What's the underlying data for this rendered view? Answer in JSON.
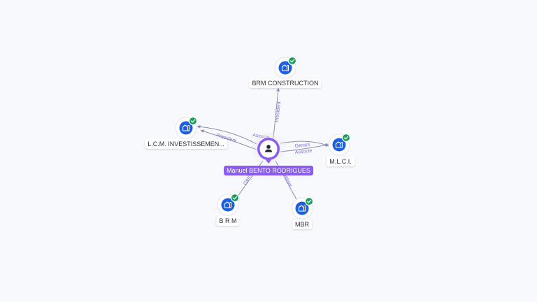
{
  "person": {
    "name": "Manuel BENTO RODRIGUES",
    "icon": "person-icon"
  },
  "companies": [
    {
      "id": "brm-construction",
      "label": "BRM CONSTRUCTION",
      "icon": "building-icon",
      "verified": true
    },
    {
      "id": "lcm",
      "label": "L.C.M. INVESTISSEMEN...",
      "icon": "building-icon",
      "verified": true
    },
    {
      "id": "mlci",
      "label": "M.L.C.I.",
      "icon": "building-icon",
      "verified": true
    },
    {
      "id": "brm",
      "label": "B R M",
      "icon": "building-icon",
      "verified": true
    },
    {
      "id": "mbr",
      "label": "MBR",
      "icon": "building-icon",
      "verified": true
    }
  ],
  "relations": [
    {
      "to": "brm-construction",
      "label": "President"
    },
    {
      "to": "lcm",
      "label": "President"
    },
    {
      "to": "lcm",
      "label": "Associe"
    },
    {
      "to": "mlci",
      "label": "Gerant"
    },
    {
      "to": "mlci",
      "label": "Associe"
    },
    {
      "to": "brm",
      "label": "Gerant"
    },
    {
      "to": "mbr",
      "label": "Gerant"
    }
  ],
  "colors": {
    "accent": "#8a5cf0",
    "company_node": "#1e5fe0",
    "verified": "#15a05a",
    "edge": "#8b8fb3",
    "edge_label": "#7b6fd9"
  }
}
